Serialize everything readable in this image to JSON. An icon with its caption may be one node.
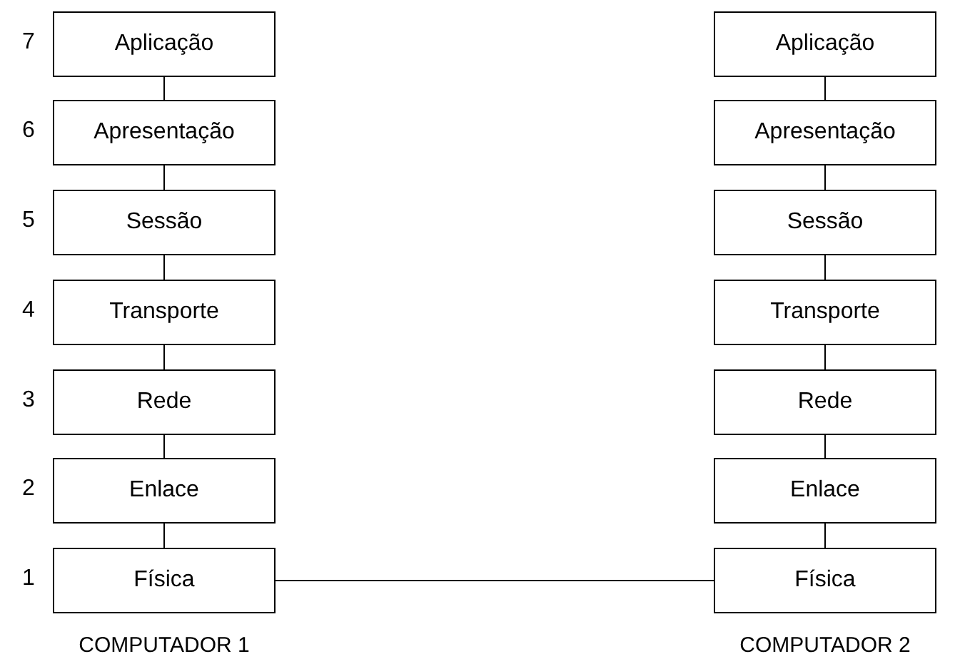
{
  "diagram": {
    "nodes": [
      {
        "text": [
          "Aplicação"
        ],
        "beside": [
          "7"
        ]
      },
      {
        "text": [
          "Apresentação"
        ],
        "beside": [
          "6"
        ]
      },
      {
        "text": [
          "Sessão"
        ],
        "beside": [
          "5"
        ]
      },
      {
        "text": [
          "Transporte"
        ],
        "beside": [
          "4"
        ]
      },
      {
        "text": [
          "Rede"
        ],
        "beside": [
          "3"
        ]
      },
      {
        "text": [
          "Enlace"
        ],
        "beside": [
          "2"
        ]
      },
      {
        "text": [
          "Física"
        ],
        "beside": [
          "1"
        ]
      },
      {
        "text": [
          "Aplicação"
        ]
      },
      {
        "text": [
          "Apresentação"
        ]
      },
      {
        "text": [
          "Sessão"
        ]
      },
      {
        "text": [
          "Transporte"
        ]
      },
      {
        "text": [
          "Rede"
        ]
      },
      {
        "text": [
          "Enlace"
        ]
      },
      {
        "text": [
          "Física"
        ]
      }
    ],
    "edges": [
      {
        "from": 0,
        "to": 1,
        "arrow": "none"
      },
      {
        "from": 1,
        "to": 2,
        "arrow": "none"
      },
      {
        "from": 2,
        "to": 3,
        "arrow": "none"
      },
      {
        "from": 3,
        "to": 4,
        "arrow": "none"
      },
      {
        "from": 4,
        "to": 5,
        "arrow": "none"
      },
      {
        "from": 5,
        "to": 6,
        "arrow": "none"
      },
      {
        "from": 7,
        "to": 8,
        "arrow": "none"
      },
      {
        "from": 8,
        "to": 9,
        "arrow": "none"
      },
      {
        "from": 9,
        "to": 10,
        "arrow": "none"
      },
      {
        "from": 10,
        "to": 11,
        "arrow": "none"
      },
      {
        "from": 11,
        "to": 12,
        "arrow": "none"
      },
      {
        "from": 12,
        "to": 13,
        "arrow": "none"
      },
      {
        "from": 6,
        "to": 13,
        "arrow": "none"
      }
    ],
    "labels": [
      "COMPUTADOR 1",
      "COMPUTADOR 2"
    ]
  }
}
